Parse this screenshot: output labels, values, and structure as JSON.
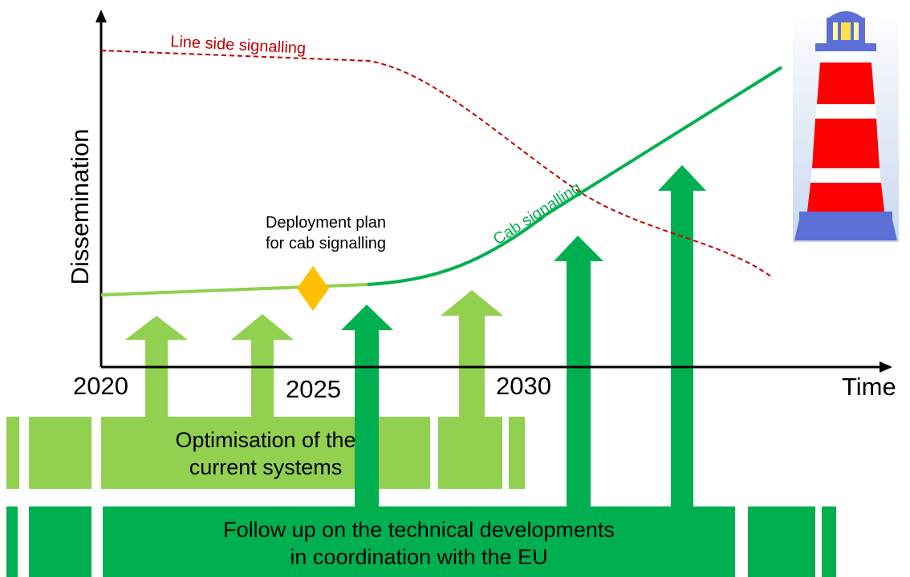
{
  "axes": {
    "y_label": "Dissemination",
    "x_label": "Time",
    "x_ticks": [
      "2020",
      "2025",
      "2030"
    ]
  },
  "curves": {
    "line_side": {
      "label": "Line side signalling",
      "color": "#c00000"
    },
    "cab": {
      "label": "Cab signalling",
      "color": "#00b050",
      "early_color": "#92d050"
    }
  },
  "milestone": {
    "line1": "Deployment plan",
    "line2": "for cab signalling",
    "color": "#ffc000"
  },
  "bands": {
    "optimisation": {
      "line1": "Optimisation of the",
      "line2": "current systems",
      "color": "#92d050"
    },
    "follow_up": {
      "line1": "Follow up on the technical developments",
      "line2": "in coordination with the EU",
      "color": "#00b050"
    }
  },
  "lighthouse": {
    "icon": "lighthouse-icon",
    "colors": {
      "red": "#ff0000",
      "blue": "#5b6fd6",
      "sky": "#dfe8f7"
    }
  }
}
